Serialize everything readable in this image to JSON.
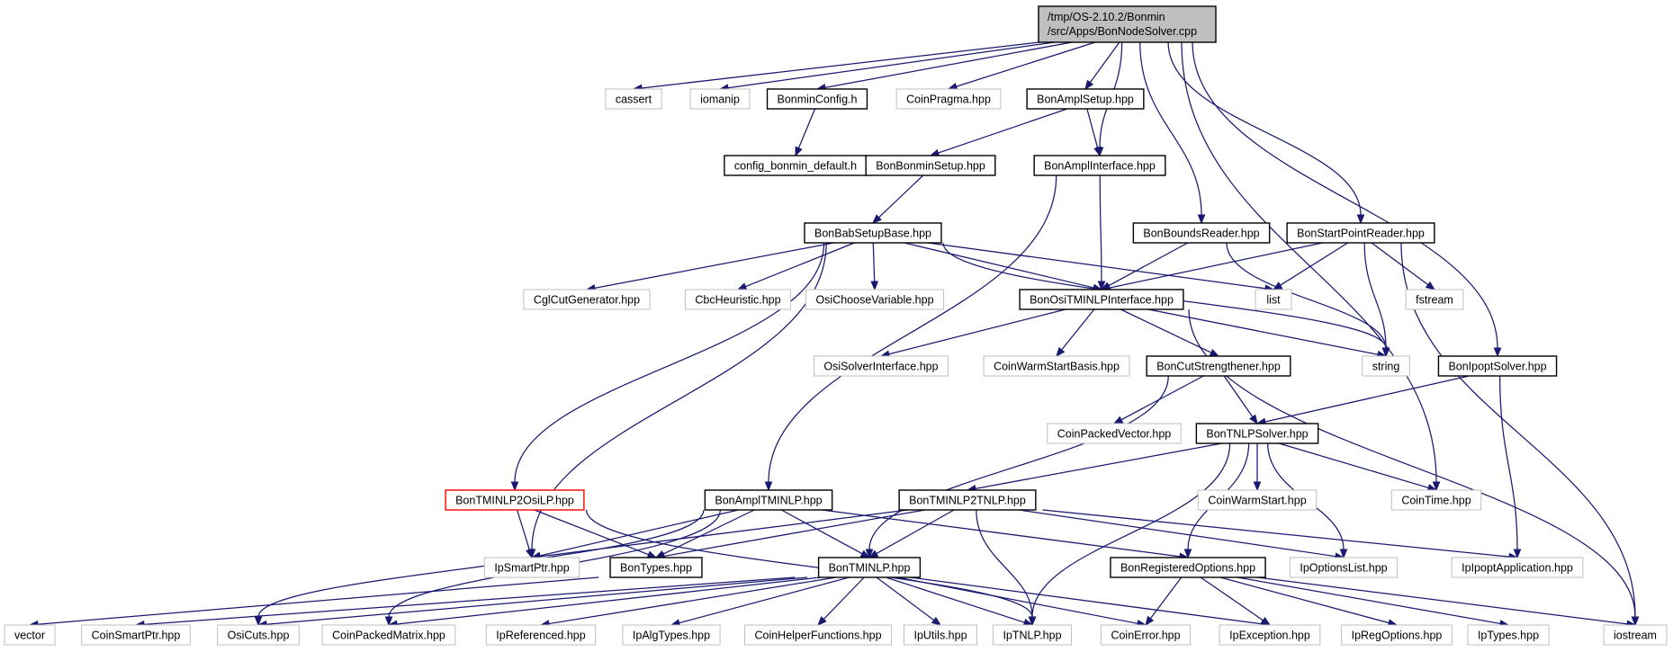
{
  "diagram": {
    "root_lines": [
      "/tmp/OS-2.10.2/Bonmin",
      "/src/Apps/BonNodeSolver.cpp"
    ],
    "nodes": [
      {
        "id": "cassert",
        "label": "cassert",
        "kind": "external"
      },
      {
        "id": "iomanip",
        "label": "iomanip",
        "kind": "external"
      },
      {
        "id": "bonminconfig",
        "label": "BonminConfig.h",
        "kind": "file"
      },
      {
        "id": "coinpragma",
        "label": "CoinPragma.hpp",
        "kind": "external"
      },
      {
        "id": "bonamplsetup",
        "label": "BonAmplSetup.hpp",
        "kind": "file"
      },
      {
        "id": "configdefault",
        "label": "config_bonmin_default.h",
        "kind": "file"
      },
      {
        "id": "bonbonminsetup",
        "label": "BonBonminSetup.hpp",
        "kind": "file"
      },
      {
        "id": "bonamplinterface",
        "label": "BonAmplInterface.hpp",
        "kind": "file"
      },
      {
        "id": "bonbabsetupbase",
        "label": "BonBabSetupBase.hpp",
        "kind": "file"
      },
      {
        "id": "bonboundsreader",
        "label": "BonBoundsReader.hpp",
        "kind": "file"
      },
      {
        "id": "bonstartpointreader",
        "label": "BonStartPointReader.hpp",
        "kind": "file"
      },
      {
        "id": "cglcutgenerator",
        "label": "CglCutGenerator.hpp",
        "kind": "external"
      },
      {
        "id": "cbcheuristic",
        "label": "CbcHeuristic.hpp",
        "kind": "external"
      },
      {
        "id": "osichoosevariable",
        "label": "OsiChooseVariable.hpp",
        "kind": "external"
      },
      {
        "id": "bonositminlp",
        "label": "BonOsiTMINLPInterface.hpp",
        "kind": "file"
      },
      {
        "id": "list",
        "label": "list",
        "kind": "external"
      },
      {
        "id": "fstream",
        "label": "fstream",
        "kind": "external"
      },
      {
        "id": "osisolverinterface",
        "label": "OsiSolverInterface.hpp",
        "kind": "external"
      },
      {
        "id": "coinwarmstartbasis",
        "label": "CoinWarmStartBasis.hpp",
        "kind": "external"
      },
      {
        "id": "boncutstrengthener",
        "label": "BonCutStrengthener.hpp",
        "kind": "file"
      },
      {
        "id": "string",
        "label": "string",
        "kind": "external"
      },
      {
        "id": "bonipoptsolver",
        "label": "BonIpoptSolver.hpp",
        "kind": "file"
      },
      {
        "id": "coinpackedvector",
        "label": "CoinPackedVector.hpp",
        "kind": "external"
      },
      {
        "id": "bontnlpsolver",
        "label": "BonTNLPSolver.hpp",
        "kind": "file"
      },
      {
        "id": "bontminlp2osilp",
        "label": "BonTMINLP2OsiLP.hpp",
        "kind": "error"
      },
      {
        "id": "bonampltminlp",
        "label": "BonAmplTMINLP.hpp",
        "kind": "file"
      },
      {
        "id": "bontminlp2tnlp",
        "label": "BonTMINLP2TNLP.hpp",
        "kind": "file"
      },
      {
        "id": "coinwarmstart",
        "label": "CoinWarmStart.hpp",
        "kind": "external"
      },
      {
        "id": "cointime",
        "label": "CoinTime.hpp",
        "kind": "external"
      },
      {
        "id": "ipsmartptr",
        "label": "IpSmartPtr.hpp",
        "kind": "external"
      },
      {
        "id": "bontypes",
        "label": "BonTypes.hpp",
        "kind": "file"
      },
      {
        "id": "bontminlp",
        "label": "BonTMINLP.hpp",
        "kind": "file"
      },
      {
        "id": "bonregisteredoptions",
        "label": "BonRegisteredOptions.hpp",
        "kind": "file"
      },
      {
        "id": "ipoptionslist",
        "label": "IpOptionsList.hpp",
        "kind": "external"
      },
      {
        "id": "ipipoptapplication",
        "label": "IpIpoptApplication.hpp",
        "kind": "external"
      },
      {
        "id": "vector",
        "label": "vector",
        "kind": "external"
      },
      {
        "id": "coinsmartptr",
        "label": "CoinSmartPtr.hpp",
        "kind": "external"
      },
      {
        "id": "osicuts",
        "label": "OsiCuts.hpp",
        "kind": "external"
      },
      {
        "id": "coinpackedmatrix",
        "label": "CoinPackedMatrix.hpp",
        "kind": "external"
      },
      {
        "id": "ipreferenced",
        "label": "IpReferenced.hpp",
        "kind": "external"
      },
      {
        "id": "ipalgtypes",
        "label": "IpAlgTypes.hpp",
        "kind": "external"
      },
      {
        "id": "coinhelperfunctions",
        "label": "CoinHelperFunctions.hpp",
        "kind": "external"
      },
      {
        "id": "iputils",
        "label": "IpUtils.hpp",
        "kind": "external"
      },
      {
        "id": "iptnlp",
        "label": "IpTNLP.hpp",
        "kind": "external"
      },
      {
        "id": "coinerror",
        "label": "CoinError.hpp",
        "kind": "external"
      },
      {
        "id": "ipexception",
        "label": "IpException.hpp",
        "kind": "external"
      },
      {
        "id": "ipregoptions",
        "label": "IpRegOptions.hpp",
        "kind": "external"
      },
      {
        "id": "iptypes",
        "label": "IpTypes.hpp",
        "kind": "external"
      },
      {
        "id": "iostream",
        "label": "iostream",
        "kind": "external"
      }
    ],
    "edges": [
      [
        "root",
        "cassert"
      ],
      [
        "root",
        "iomanip"
      ],
      [
        "root",
        "bonminconfig"
      ],
      [
        "root",
        "coinpragma"
      ],
      [
        "root",
        "bonamplsetup"
      ],
      [
        "root",
        "bonamplinterface"
      ],
      [
        "root",
        "bonboundsreader"
      ],
      [
        "root",
        "bonstartpointreader"
      ],
      [
        "root",
        "bonipoptsolver"
      ],
      [
        "root",
        "cointime"
      ],
      [
        "bonminconfig",
        "configdefault"
      ],
      [
        "bonamplsetup",
        "bonbonminsetup"
      ],
      [
        "bonamplsetup",
        "bonamplinterface"
      ],
      [
        "bonbonminsetup",
        "bonbabsetupbase"
      ],
      [
        "bonamplinterface",
        "bonositminlp"
      ],
      [
        "bonamplinterface",
        "bonampltminlp"
      ],
      [
        "bonbabsetupbase",
        "cglcutgenerator"
      ],
      [
        "bonbabsetupbase",
        "cbcheuristic"
      ],
      [
        "bonbabsetupbase",
        "osichoosevariable"
      ],
      [
        "bonbabsetupbase",
        "bonositminlp"
      ],
      [
        "bonbabsetupbase",
        "list"
      ],
      [
        "bonbabsetupbase",
        "string"
      ],
      [
        "bonbabsetupbase",
        "bontminlp2osilp"
      ],
      [
        "bonbabsetupbase",
        "ipsmartptr"
      ],
      [
        "bonboundsreader",
        "bonositminlp"
      ],
      [
        "bonboundsreader",
        "string"
      ],
      [
        "bonstartpointreader",
        "bonositminlp"
      ],
      [
        "bonstartpointreader",
        "list"
      ],
      [
        "bonstartpointreader",
        "fstream"
      ],
      [
        "bonstartpointreader",
        "string"
      ],
      [
        "bonstartpointreader",
        "iostream"
      ],
      [
        "bonositminlp",
        "osisolverinterface"
      ],
      [
        "bonositminlp",
        "coinwarmstartbasis"
      ],
      [
        "bonositminlp",
        "boncutstrengthener"
      ],
      [
        "bonositminlp",
        "string"
      ],
      [
        "bonositminlp",
        "iostream"
      ],
      [
        "boncutstrengthener",
        "coinpackedvector"
      ],
      [
        "boncutstrengthener",
        "bontnlpsolver"
      ],
      [
        "boncutstrengthener",
        "bontminlp"
      ],
      [
        "bonipoptsolver",
        "bontnlpsolver"
      ],
      [
        "bonipoptsolver",
        "ipipoptapplication"
      ],
      [
        "bontnlpsolver",
        "bontminlp2tnlp"
      ],
      [
        "bontnlpsolver",
        "coinwarmstart"
      ],
      [
        "bontnlpsolver",
        "cointime"
      ],
      [
        "bontnlpsolver",
        "ipoptionslist"
      ],
      [
        "bontnlpsolver",
        "bonregisteredoptions"
      ],
      [
        "bontnlpsolver",
        "iptnlp"
      ],
      [
        "bontminlp2osilp",
        "ipsmartptr"
      ],
      [
        "bontminlp2osilp",
        "bontypes"
      ],
      [
        "bontminlp2osilp",
        "iptnlp"
      ],
      [
        "bonampltminlp",
        "ipsmartptr"
      ],
      [
        "bonampltminlp",
        "bontypes"
      ],
      [
        "bonampltminlp",
        "bontminlp"
      ],
      [
        "bonampltminlp",
        "bonregisteredoptions"
      ],
      [
        "bonampltminlp",
        "osicuts"
      ],
      [
        "bonampltminlp",
        "coinpackedmatrix"
      ],
      [
        "bontminlp2tnlp",
        "ipsmartptr"
      ],
      [
        "bontminlp2tnlp",
        "bontypes"
      ],
      [
        "bontminlp2tnlp",
        "bontminlp"
      ],
      [
        "bontminlp2tnlp",
        "iptnlp"
      ],
      [
        "bontminlp2tnlp",
        "ipoptionslist"
      ],
      [
        "bontminlp2tnlp",
        "ipipoptapplication"
      ],
      [
        "bontypes",
        "vector"
      ],
      [
        "bontminlp",
        "coinsmartptr"
      ],
      [
        "bontminlp",
        "osicuts"
      ],
      [
        "bontminlp",
        "coinpackedmatrix"
      ],
      [
        "bontminlp",
        "ipreferenced"
      ],
      [
        "bontminlp",
        "ipalgtypes"
      ],
      [
        "bontminlp",
        "coinhelperfunctions"
      ],
      [
        "bontminlp",
        "iputils"
      ],
      [
        "bontminlp",
        "iptnlp"
      ],
      [
        "bontminlp",
        "coinerror"
      ],
      [
        "bontminlp",
        "ipexception"
      ],
      [
        "bonregisteredoptions",
        "coinerror"
      ],
      [
        "bonregisteredoptions",
        "ipexception"
      ],
      [
        "bonregisteredoptions",
        "ipregoptions"
      ],
      [
        "bonregisteredoptions",
        "iptypes"
      ],
      [
        "bonregisteredoptions",
        "iostream"
      ]
    ]
  }
}
